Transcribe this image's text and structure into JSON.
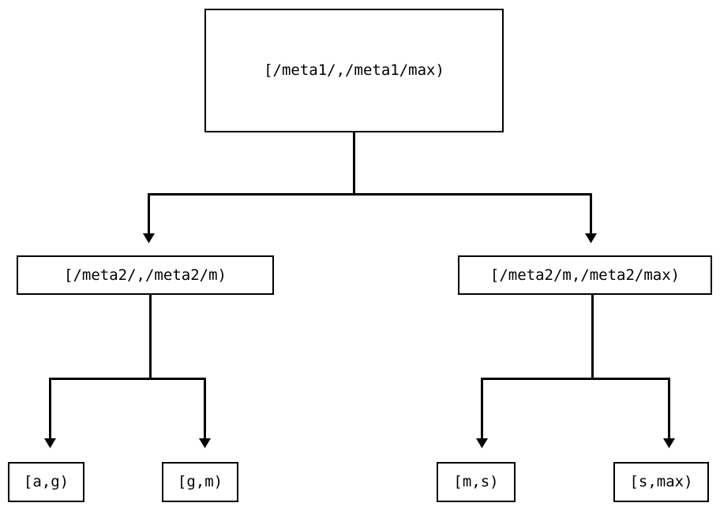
{
  "diagram": {
    "type": "tree",
    "nodes": {
      "root": {
        "label": "[/meta1/,/meta1/max)"
      },
      "mid_left": {
        "label": "[/meta2/,/meta2/m)"
      },
      "mid_right": {
        "label": "[/meta2/m,/meta2/max)"
      },
      "leaf_1": {
        "label": "[a,g)"
      },
      "leaf_2": {
        "label": "[g,m)"
      },
      "leaf_3": {
        "label": "[m,s)"
      },
      "leaf_4": {
        "label": "[s,max)"
      }
    },
    "style": {
      "stroke": "#000000",
      "fill": "#ffffff",
      "background": "#ffffff"
    }
  }
}
